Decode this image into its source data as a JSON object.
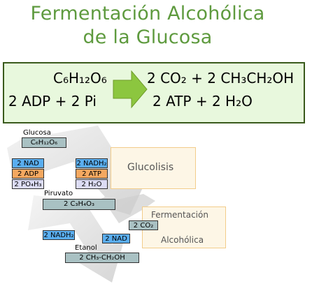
{
  "title": {
    "line1": "Fermentación Alcohólica",
    "line2": "de la Glucosa"
  },
  "equation": {
    "reactant_top": "C₆H₁₂O₆",
    "reactant_bottom": "2 ADP + 2 Pi",
    "product_top": "2 CO₂ + 2 CH₃CH₂OH",
    "product_bottom": "2 ATP + 2 H₂O"
  },
  "diagram": {
    "glucosa_label": "Glucosa",
    "glucosa_formula": "C₆H₁₂O₆",
    "inputs": [
      "2 NAD",
      "2 ADP",
      "2 PO₄H₃"
    ],
    "outputs": [
      "2 NADH₂",
      "2 ATP",
      "2 H₂O"
    ],
    "glucolisis": "Glucolisis",
    "piruvato_label": "Piruvato",
    "piruvato_formula": "2 C₃H₄O₃",
    "fermentacion_line1": "Fermentación",
    "fermentacion_line2": "Alcohólica",
    "co2": "2 CO₂",
    "nadh2": "2 NADH₂",
    "nad": "2 NAD",
    "etanol_label": "Etanol",
    "etanol_formula": "2 CH₃-CH₂OH"
  },
  "colors": {
    "title_green": "#5e9a3e",
    "equation_bg": "#e8f8dd",
    "arrow_green": "#8cc63f",
    "box_gray": "#a9c1c3",
    "box_blue": "#5aaef0",
    "box_orange": "#f4a860",
    "box_lavender": "#dcdcf4",
    "panel_cream": "#fdf6e6"
  }
}
